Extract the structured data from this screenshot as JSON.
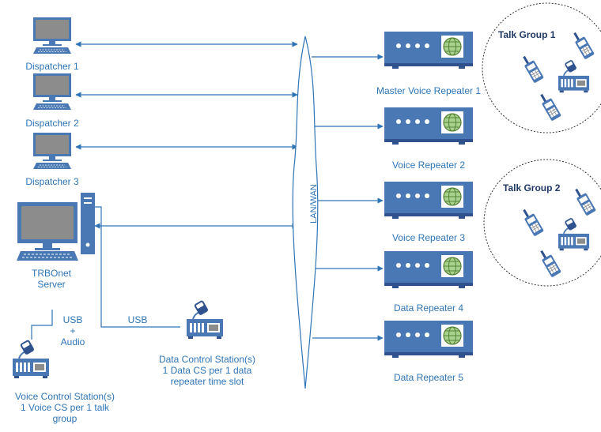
{
  "network_label": "LAN/WAN",
  "dispatchers": [
    {
      "label": "Dispatcher 1"
    },
    {
      "label": "Dispatcher 2"
    },
    {
      "label": "Dispatcher 3"
    }
  ],
  "server": {
    "line1": "TRBOnet",
    "line2": "Server"
  },
  "links": {
    "usb_audio": {
      "line1": "USB",
      "line2": "+",
      "line3": "Audio"
    },
    "usb": "USB"
  },
  "voice_control_station": {
    "line1": "Voice Control Station(s)",
    "line2": "1 Voice CS per 1 talk",
    "line3": "group"
  },
  "data_control_station": {
    "line1": "Data Control Station(s)",
    "line2": "1 Data CS per 1 data",
    "line3": "repeater time slot"
  },
  "repeaters": [
    {
      "label": "Master Voice Repeater 1"
    },
    {
      "label": "Voice Repeater 2"
    },
    {
      "label": "Voice Repeater 3"
    },
    {
      "label": "Data Repeater 4"
    },
    {
      "label": "Data Repeater 5"
    }
  ],
  "talk_groups": [
    {
      "label": "Talk Group 1"
    },
    {
      "label": "Talk Group 2"
    }
  ],
  "colors": {
    "line": "#2e75b6",
    "device": "#4a78b4",
    "device_dark": "#2f528f",
    "screen": "#8c8c8c",
    "globe_fill": "#a9d18e",
    "globe_stroke": "#548235"
  }
}
